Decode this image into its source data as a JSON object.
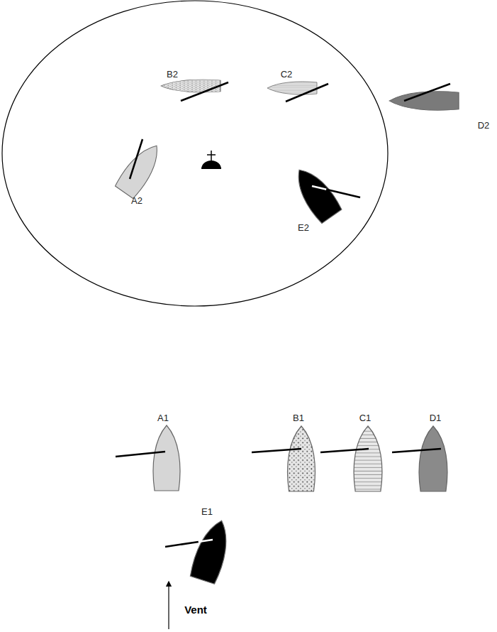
{
  "diagram": {
    "labels": [
      "B2",
      "C2",
      "D2",
      "A2",
      "E2",
      "A1",
      "B1",
      "C1",
      "D1",
      "E1",
      "Vent"
    ]
  }
}
